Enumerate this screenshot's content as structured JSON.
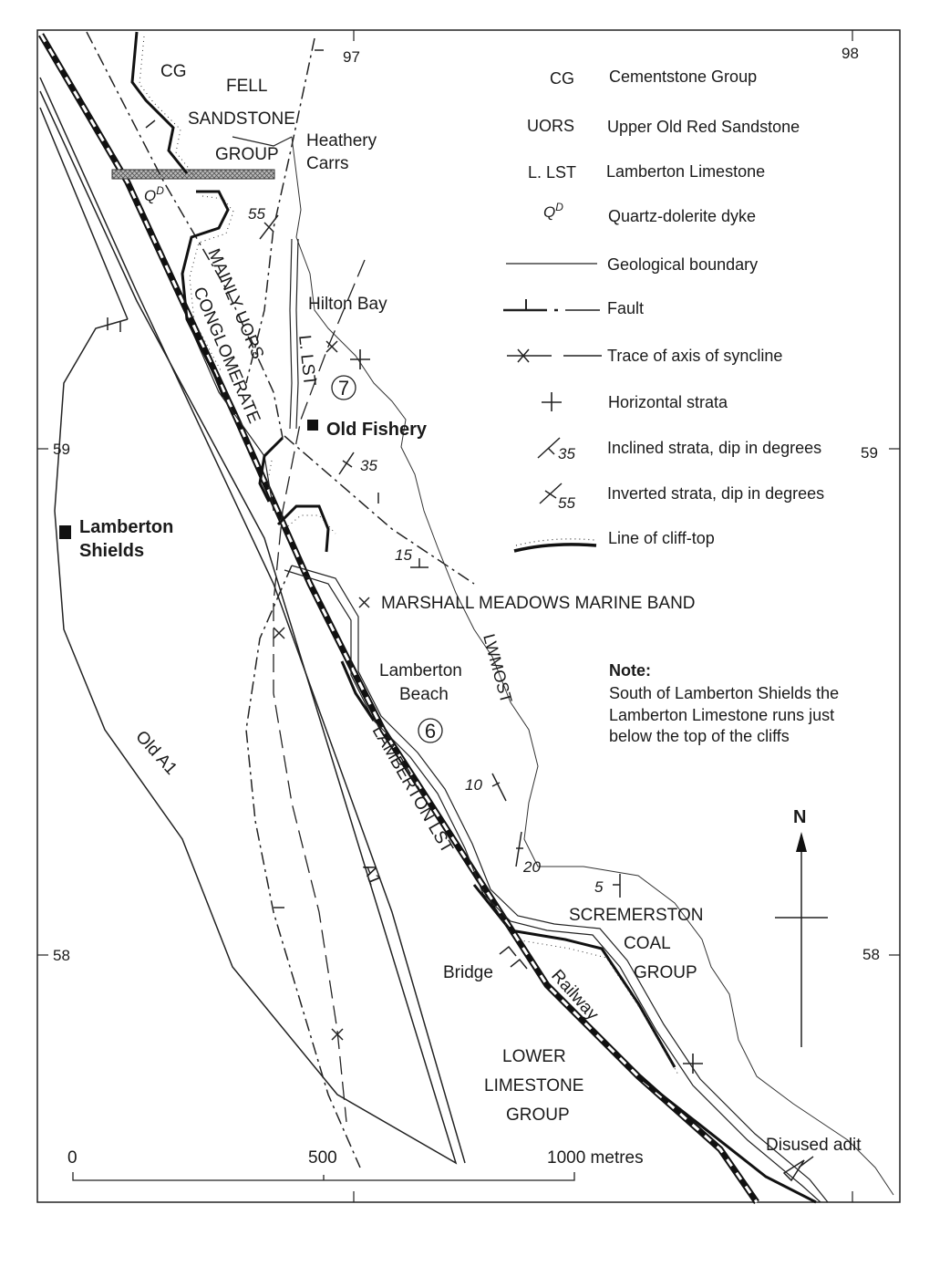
{
  "grid": {
    "easting_97": "97",
    "easting_98": "98",
    "northing_59_left": "59",
    "northing_59_right": "59",
    "northing_58_left": "58",
    "northing_58_right": "58"
  },
  "legend": {
    "cg_abbr": "CG",
    "cg_name": "Cementstone Group",
    "uors_abbr": "UORS",
    "uors_name": "Upper Old Red Sandstone",
    "llst_abbr": "L. LST",
    "llst_name": "Lamberton Limestone",
    "qd_abbr": "Q",
    "qd_sup": "D",
    "qd_name": "Quartz-dolerite dyke",
    "boundary": "Geological boundary",
    "fault": "Fault",
    "syncline": "Trace of axis of syncline",
    "horizontal": "Horizontal strata",
    "inclined": "Inclined strata, dip in degrees",
    "inclined_value": "35",
    "inverted": "Inverted strata, dip in degrees",
    "inverted_value": "55",
    "cliff": "Line of cliff-top"
  },
  "labels": {
    "cg": "CG",
    "fell": "FELL",
    "sandstone": "SANDSTONE",
    "group": "GROUP",
    "heathery": "Heathery",
    "carrs": "Carrs",
    "qd": "Q",
    "qd_sup": "D",
    "hilton_bay": "Hilton Bay",
    "mainly_uors": "MAINLY  UORS",
    "conglomerate": "CONGLOMERATE",
    "llst_vertical": "L. LST",
    "old_fishery": "Old Fishery",
    "lamberton": "Lamberton",
    "shields": "Shields",
    "marshall": "MARSHALL MEADOWS MARINE BAND",
    "lwmost": "LWMOST",
    "lamberton_beach_1": "Lamberton",
    "lamberton_beach_2": "Beach",
    "lamberton_lst": "LAMBERTON   LST",
    "old_a1": "Old A1",
    "a1": "A1",
    "scremerston": "SCREMERSTON",
    "coal": "COAL",
    "scr_group": "GROUP",
    "bridge": "Bridge",
    "railway": "Railway",
    "lower": "LOWER",
    "limestone": "LIMESTONE",
    "lower_group": "GROUP",
    "disused_adit": "Disused adit",
    "north": "N",
    "site_7": "7",
    "site_6": "6"
  },
  "dips": {
    "d55": "55",
    "d35": "35",
    "d15": "15",
    "d10": "10",
    "d20": "20",
    "d5": "5"
  },
  "note": {
    "title": "Note:",
    "line1": "South of Lamberton Shields the",
    "line2": "Lamberton Limestone runs just",
    "line3": "below the top of the cliffs"
  },
  "scale": {
    "zero": "0",
    "mid": "500",
    "end": "1000 metres"
  }
}
